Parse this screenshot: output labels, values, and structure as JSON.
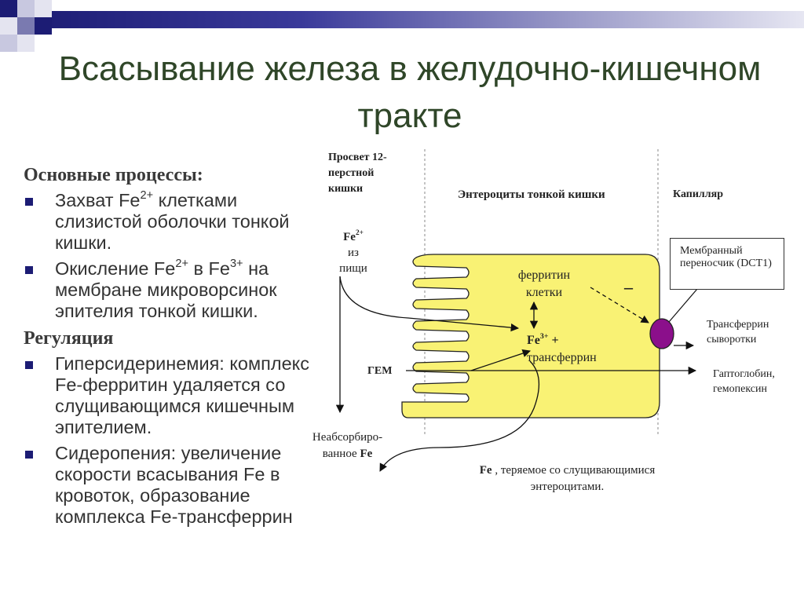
{
  "title": "Всасывание железа в желудочно-кишечном тракте",
  "left": {
    "section1": "Основные процессы:",
    "bullets1": [
      {
        "parts": [
          "Захват Fe",
          "2+",
          " клетками слизистой оболочки тонкой кишки."
        ]
      },
      {
        "parts": [
          "Окисление Fe",
          "2+",
          " в Fe",
          "3+",
          " на мембране микроворсинок эпителия тонкой кишки."
        ]
      }
    ],
    "section2": "Регуляция",
    "bullets2": [
      "Гиперсидеринемия: комплекс Fe-ферритин удаляется со слущивающимся кишечным эпителием.",
      "Сидеропения: увеличение скорости  всасывания Fe в кровоток,  образование комплекса Fe-трансферрин"
    ]
  },
  "diagram": {
    "lumen": "Просвет 12-перстной кишки",
    "enterocytes": "Энтероциты тонкой кишки",
    "capillary": "Капилляр",
    "fe_food": {
      "fe": "Fe",
      "sup": "2+",
      "rest1": "из",
      "rest2": "пищи"
    },
    "ferritin": "ферритин клетки",
    "minus": "–",
    "fe3": {
      "fe": "Fe",
      "sup": "3+",
      "plus": " +",
      "transferrin": "трансферрин"
    },
    "gem": "ГЕМ",
    "unabsorbed": {
      "line1": "Неабсорбиро-",
      "line2a": "ванное ",
      "line2b": "Fe"
    },
    "lost": {
      "fe": "Fe",
      "rest": " , теряемое со слущивающимися энтероцитами."
    },
    "transporter": "Мембранный переносчик (DCT1)",
    "serum_transferrin": "Трансферрин сыворотки",
    "haptoglobin": "Гаптоглобин, гемопексин"
  },
  "colors": {
    "title": "#2f4628",
    "bullet": "#1c1c74",
    "cell_fill": "#f9f274",
    "transporter": "#8b0f8b"
  }
}
